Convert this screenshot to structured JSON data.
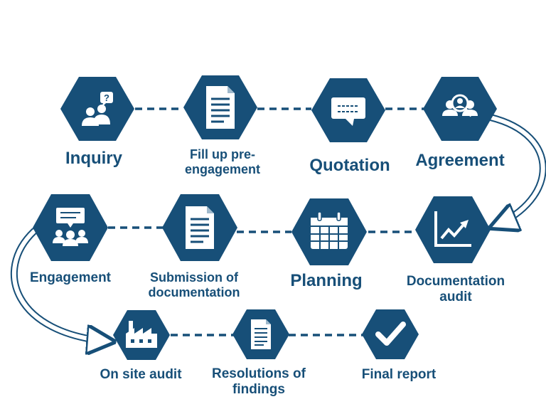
{
  "colors": {
    "primary": "#174f78",
    "icon": "#ffffff",
    "background": "#ffffff"
  },
  "steps": [
    {
      "id": "inquiry",
      "label_lines": [
        "Inquiry"
      ],
      "icon": "question-person-icon"
    },
    {
      "id": "fill-up-pre-engagement",
      "label_lines": [
        "Fill up pre-",
        "engagement"
      ],
      "icon": "document-icon"
    },
    {
      "id": "quotation",
      "label_lines": [
        "Quotation"
      ],
      "icon": "chat-bubble-icon"
    },
    {
      "id": "agreement",
      "label_lines": [
        "Agreement"
      ],
      "icon": "handshake-people-icon"
    },
    {
      "id": "documentation-audit",
      "label_lines": [
        "Documentation",
        "audit"
      ],
      "icon": "trend-chart-icon"
    },
    {
      "id": "planning",
      "label_lines": [
        "Planning"
      ],
      "icon": "calendar-icon"
    },
    {
      "id": "submission-of-documentation",
      "label_lines": [
        "Submission of",
        "documentation"
      ],
      "icon": "document-icon"
    },
    {
      "id": "engagement",
      "label_lines": [
        "Engagement"
      ],
      "icon": "presentation-audience-icon"
    },
    {
      "id": "on-site-audit",
      "label_lines": [
        "On site audit"
      ],
      "icon": "factory-icon"
    },
    {
      "id": "resolutions-of-findings",
      "label_lines": [
        "Resolutions of",
        "findings"
      ],
      "icon": "document-icon"
    },
    {
      "id": "final-report",
      "label_lines": [
        "Final report"
      ],
      "icon": "checkmark-icon"
    }
  ]
}
